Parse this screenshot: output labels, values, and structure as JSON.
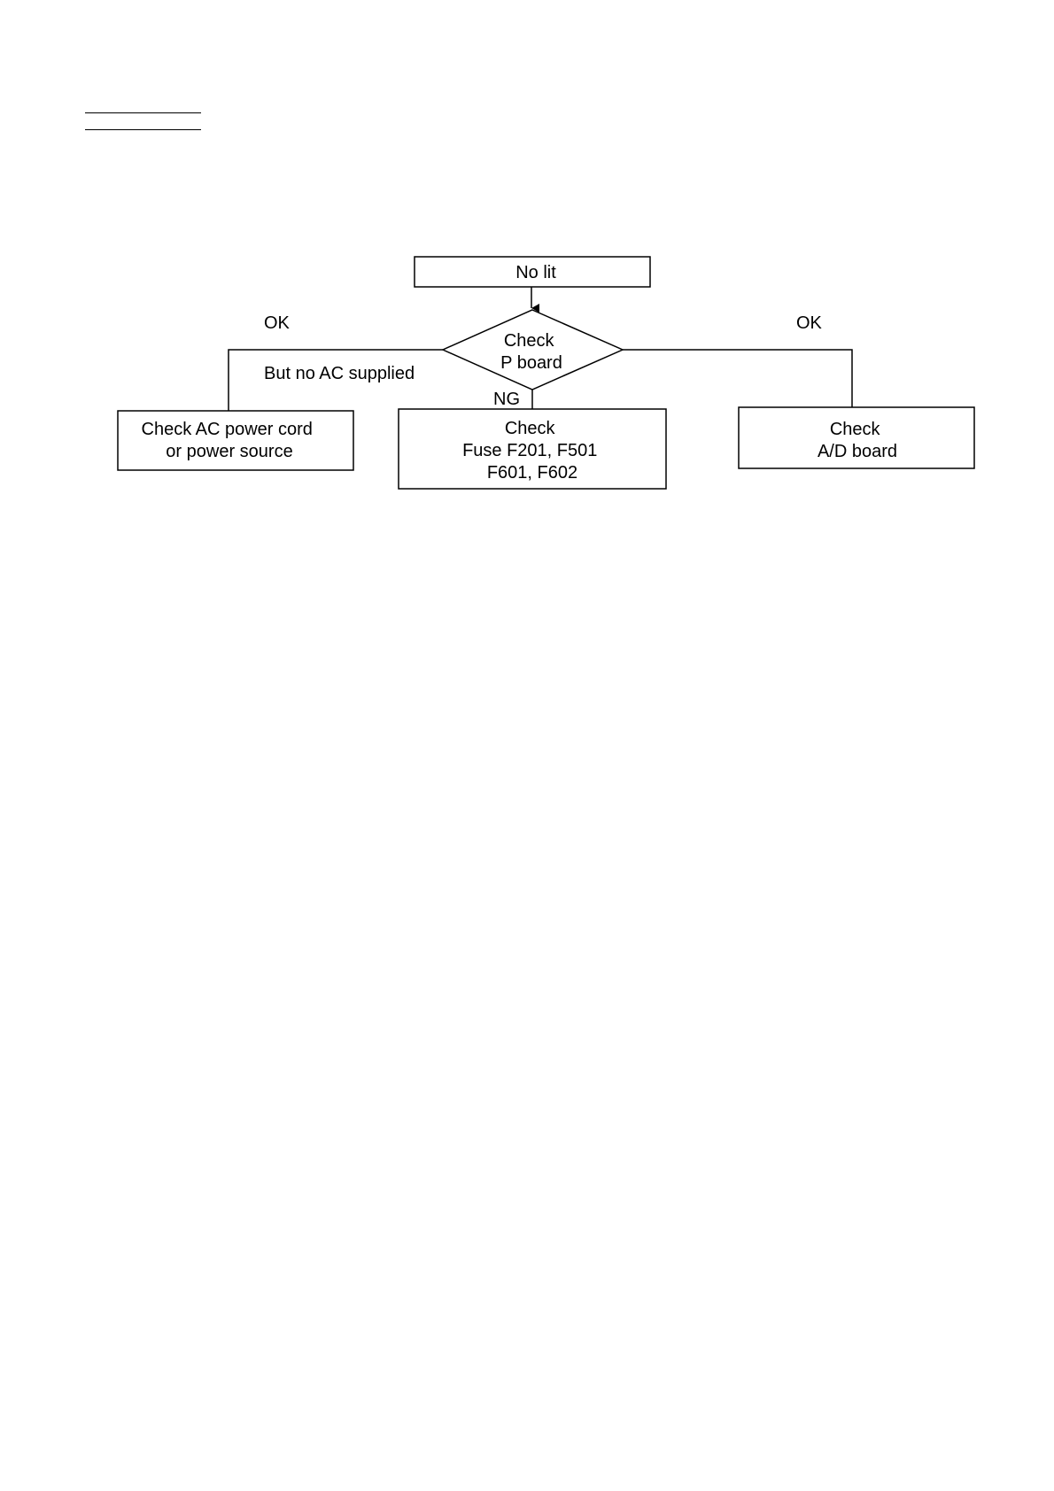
{
  "diagram": {
    "nodes": {
      "start": {
        "lines": [
          "No lit"
        ]
      },
      "decision": {
        "lines": [
          "Check",
          "P board"
        ]
      },
      "left_box": {
        "lines": [
          "Check AC power cord",
          "or power source"
        ]
      },
      "center_box": {
        "lines": [
          "Check",
          "Fuse F201, F501",
          "F601, F602"
        ]
      },
      "right_box": {
        "lines": [
          "Check",
          "A/D board"
        ]
      }
    },
    "edges": {
      "left_ok": "OK",
      "left_condition": "But no AC supplied",
      "center_ng": "NG",
      "right_ok": "OK"
    }
  }
}
